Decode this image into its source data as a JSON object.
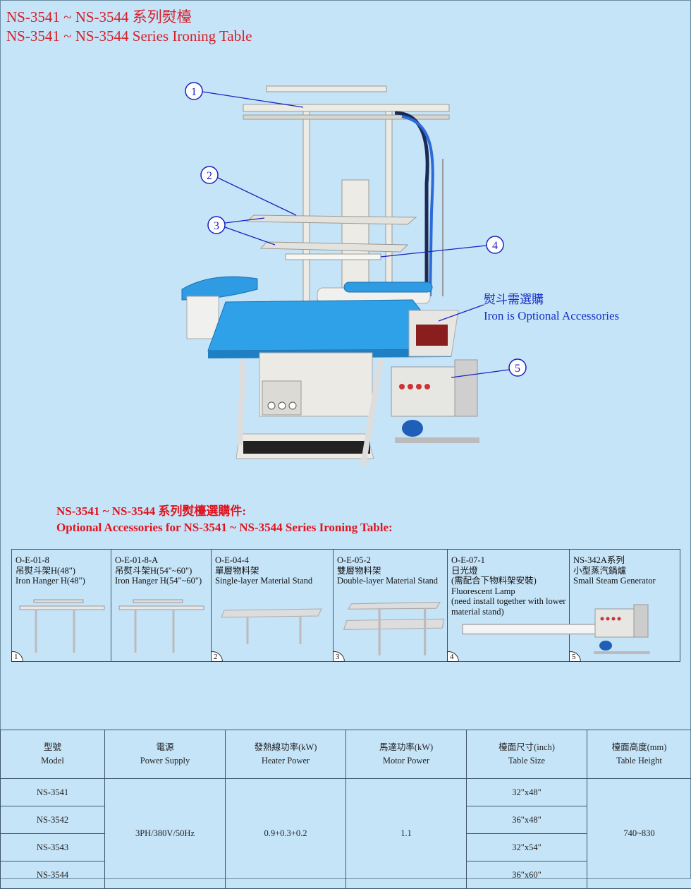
{
  "title": {
    "zh": "NS-3541 ~ NS-3544 系列熨檯",
    "en": "NS-3541 ~ NS-3544 Series Ironing Table"
  },
  "hero": {
    "callouts": [
      "1",
      "2",
      "3",
      "4",
      "5"
    ],
    "iron_note_zh": "熨斗需選購",
    "iron_note_en": "Iron is Optional Accessories"
  },
  "accessories": {
    "title_zh": "NS-3541 ~ NS-3544 系列熨檯選購件:",
    "title_en": "Optional Accessories for NS-3541 ~ NS-3544 Series Ironing Table:",
    "items": [
      {
        "code": "O-E-01-8",
        "zh": "吊熨斗架H(48\")",
        "en": "Iron Hanger H(48\")",
        "num": "1",
        "img": "hanger"
      },
      {
        "code": "O-E-01-8-A",
        "zh": "吊熨斗架H(54\"~60\")",
        "en": "Iron Hanger H(54\"~60\")",
        "num": "",
        "img": "hanger"
      },
      {
        "code": "O-E-04-4",
        "zh": "單層物料架",
        "en": "Single-layer Material Stand",
        "num": "2",
        "img": "single"
      },
      {
        "code": "O-E-05-2",
        "zh": "雙層物料架",
        "en": "Double-layer Material Stand",
        "num": "3",
        "img": "double"
      },
      {
        "code": "O-E-07-1",
        "zh": "日光燈",
        "zh2": "(需配合下物料架安裝)",
        "en": "Fluorescent Lamp",
        "en2": "(need install together with lower material stand)",
        "num": "4",
        "img": "lamp"
      },
      {
        "code": "NS-342A系列",
        "zh": "小型蒸汽鍋爐",
        "en": "Small Steam Generator",
        "num": "5",
        "img": "steam"
      }
    ]
  },
  "spec": {
    "headers": [
      {
        "zh": "型號",
        "en": "Model"
      },
      {
        "zh": "電源",
        "en": "Power Supply"
      },
      {
        "zh": "發熱線功率(kW)",
        "en": "Heater Power"
      },
      {
        "zh": "馬達功率(kW)",
        "en": "Motor Power"
      },
      {
        "zh": "檯面尺寸(inch)",
        "en": "Table Size"
      },
      {
        "zh": "檯面高度(mm)",
        "en": "Table Height"
      }
    ],
    "models": [
      "NS-3541",
      "NS-3542",
      "NS-3543",
      "NS-3544"
    ],
    "power_supply": "3PH/380V/50Hz",
    "heater_power": "0.9+0.3+0.2",
    "motor_power": "1.1",
    "table_sizes": [
      "32\"x48\"",
      "36\"x48\"",
      "32\"x54\"",
      "36\"x60\""
    ],
    "table_height": "740~830"
  }
}
